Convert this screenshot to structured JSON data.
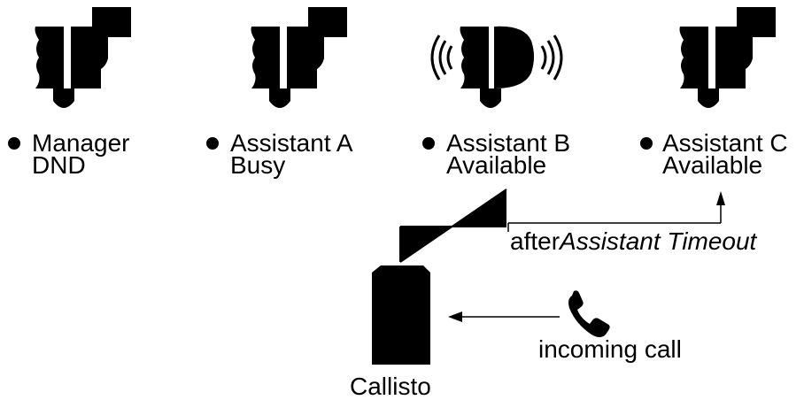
{
  "phones": [
    {
      "name": "Manager",
      "state": "DND",
      "ringing": false
    },
    {
      "name": "Assistant A",
      "state": "Busy",
      "ringing": false
    },
    {
      "name": "Assistant B",
      "state": "Available",
      "ringing": true
    },
    {
      "name": "Assistant C",
      "state": "Available",
      "ringing": false
    }
  ],
  "timeout_label": {
    "prefix": "after",
    "term": "Assistant Timeout"
  },
  "server_label": "Callisto",
  "incoming_label": "incoming call",
  "colors": {
    "ink": "#000000",
    "background": "#ffffff"
  },
  "icons": [
    "desk-phone-icon",
    "ringing-waves-icon",
    "handset-icon",
    "server-icon",
    "bullet-dot-icon",
    "arrow-icon"
  ]
}
